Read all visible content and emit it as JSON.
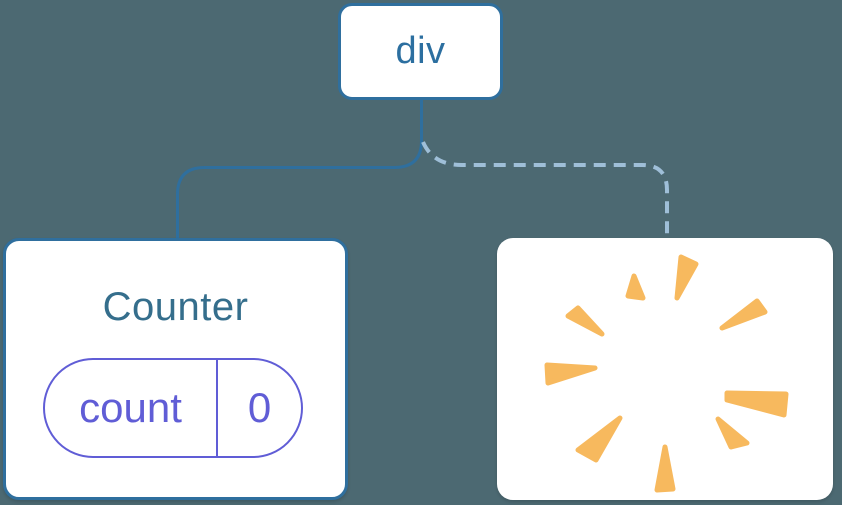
{
  "diagram": {
    "description": "React component tree diagram: div root with kept Counter child (state preserved) and a removed child shown as a poof burst",
    "background_color": "#4C6972",
    "root_node": {
      "label": "div",
      "border_color": "#2F6F9E",
      "label_color": "#2C6FA0"
    },
    "connectors": {
      "solid_color": "#2F6F9E",
      "dashed_color": "#9FBFD8"
    },
    "counter_node": {
      "title": "Counter",
      "title_color": "#356E8C",
      "border_color": "#2F6F9E",
      "state": {
        "key": "count",
        "value": "0",
        "accent_color": "#605DD6"
      }
    },
    "removed_node": {
      "poof_color": "#F7B95E"
    }
  }
}
